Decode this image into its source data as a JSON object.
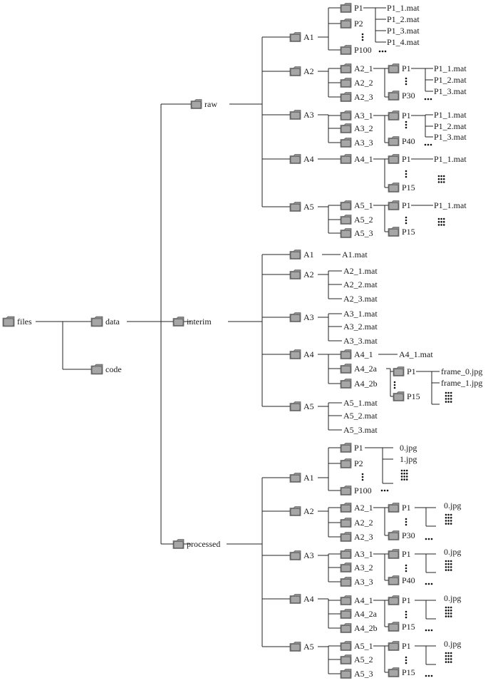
{
  "root": {
    "label": "files",
    "children": [
      {
        "label": "data",
        "children": [
          {
            "label": "raw",
            "children": [
              {
                "label": "A1",
                "children": [
                  {
                    "label": "P1",
                    "children": [
                      {
                        "label": "P1_1.mat",
                        "file": true
                      },
                      {
                        "label": "P1_2.mat",
                        "file": true
                      },
                      {
                        "label": "P1_3.mat",
                        "file": true
                      },
                      {
                        "label": "P1_4.mat",
                        "file": true
                      }
                    ]
                  },
                  {
                    "label": "P2"
                  },
                  {
                    "ellipsis": "vertical"
                  },
                  {
                    "label": "P100",
                    "trail": true
                  }
                ]
              },
              {
                "label": "A2",
                "children": [
                  {
                    "label": "A2_1",
                    "children": [
                      {
                        "label": "P1",
                        "children": [
                          {
                            "label": "P1_1.mat",
                            "file": true
                          },
                          {
                            "label": "P1_2.mat",
                            "file": true
                          },
                          {
                            "label": "P1_3.mat",
                            "file": true
                          }
                        ]
                      },
                      {
                        "ellipsis": "vertical"
                      },
                      {
                        "label": "P30",
                        "trail": true
                      }
                    ]
                  },
                  {
                    "label": "A2_2"
                  },
                  {
                    "label": "A2_3"
                  }
                ]
              },
              {
                "label": "A3",
                "children": [
                  {
                    "label": "A3_1",
                    "children": [
                      {
                        "label": "P1",
                        "children": [
                          {
                            "label": "P1_1.mat",
                            "file": true
                          },
                          {
                            "label": "P1_2.mat",
                            "file": true
                          },
                          {
                            "label": "P1_3.mat",
                            "file": true
                          }
                        ]
                      },
                      {
                        "ellipsis": "vertical"
                      },
                      {
                        "label": "P40",
                        "trail": true
                      }
                    ]
                  },
                  {
                    "label": "A3_2"
                  },
                  {
                    "label": "A3_3"
                  }
                ]
              },
              {
                "label": "A4",
                "children": [
                  {
                    "label": "A4_1",
                    "children": [
                      {
                        "label": "P1",
                        "children": [
                          {
                            "label": "P1_1.mat",
                            "file": true
                          }
                        ]
                      },
                      {
                        "ellipsis": "vertical"
                      },
                      {
                        "label": "P15"
                      }
                    ],
                    "extra": "grid-3x3"
                  }
                ]
              },
              {
                "label": "A5",
                "children": [
                  {
                    "label": "A5_1",
                    "children": [
                      {
                        "label": "P1",
                        "children": [
                          {
                            "label": "P1_1.mat",
                            "file": true
                          }
                        ]
                      },
                      {
                        "ellipsis": "vertical"
                      },
                      {
                        "label": "P15"
                      }
                    ],
                    "extra": "grid-3x3"
                  },
                  {
                    "label": "A5_2"
                  },
                  {
                    "label": "A5_3"
                  }
                ]
              }
            ]
          },
          {
            "label": "interim",
            "children": [
              {
                "label": "A1",
                "children": [
                  {
                    "label": "A1.mat",
                    "file": true
                  }
                ]
              },
              {
                "label": "A2",
                "children": [
                  {
                    "label": "A2_1.mat",
                    "file": true
                  },
                  {
                    "label": "A2_2.mat",
                    "file": true
                  },
                  {
                    "label": "A2_3.mat",
                    "file": true
                  }
                ]
              },
              {
                "label": "A3",
                "children": [
                  {
                    "label": "A3_1.mat",
                    "file": true
                  },
                  {
                    "label": "A3_2.mat",
                    "file": true
                  },
                  {
                    "label": "A3_3.mat",
                    "file": true
                  }
                ]
              },
              {
                "label": "A4",
                "children": [
                  {
                    "label": "A4_1",
                    "children": [
                      {
                        "label": "A4_1.mat",
                        "file": true
                      }
                    ]
                  },
                  {
                    "label": "A4_2a",
                    "children": [
                      {
                        "label": "P1",
                        "children": [
                          {
                            "label": "frame_0.jpg",
                            "file": true
                          },
                          {
                            "label": "frame_1.jpg",
                            "file": true
                          },
                          {
                            "ellipsis": "grid-4x3"
                          }
                        ]
                      },
                      {
                        "ellipsis": "vertical"
                      },
                      {
                        "label": "P15"
                      }
                    ]
                  },
                  {
                    "label": "A4_2b"
                  }
                ]
              },
              {
                "label": "A5",
                "children": [
                  {
                    "label": "A5_1.mat",
                    "file": true
                  },
                  {
                    "label": "A5_2.mat",
                    "file": true
                  },
                  {
                    "label": "A5_3.mat",
                    "file": true
                  }
                ]
              }
            ]
          },
          {
            "label": "processed",
            "children": [
              {
                "label": "A1",
                "children": [
                  {
                    "label": "P1",
                    "children": [
                      {
                        "label": "0.jpg",
                        "file": true
                      },
                      {
                        "label": "1.jpg",
                        "file": true
                      },
                      {
                        "ellipsis": "grid-4x3"
                      }
                    ]
                  },
                  {
                    "label": "P2"
                  },
                  {
                    "ellipsis": "vertical"
                  },
                  {
                    "label": "P100",
                    "trail": true
                  }
                ]
              },
              {
                "label": "A2",
                "children": [
                  {
                    "label": "A2_1",
                    "children": [
                      {
                        "label": "P1",
                        "children": [
                          {
                            "label": "0.jpg",
                            "file": true
                          },
                          {
                            "ellipsis": "grid-4x3"
                          }
                        ]
                      },
                      {
                        "ellipsis": "vertical"
                      },
                      {
                        "label": "P30",
                        "trail": true
                      }
                    ]
                  },
                  {
                    "label": "A2_2"
                  },
                  {
                    "label": "A2_3"
                  }
                ]
              },
              {
                "label": "A3",
                "children": [
                  {
                    "label": "A3_1",
                    "children": [
                      {
                        "label": "P1",
                        "children": [
                          {
                            "label": "0.jpg",
                            "file": true
                          },
                          {
                            "ellipsis": "grid-4x3"
                          }
                        ]
                      },
                      {
                        "ellipsis": "vertical"
                      },
                      {
                        "label": "P40",
                        "trail": true
                      }
                    ]
                  },
                  {
                    "label": "A3_2"
                  },
                  {
                    "label": "A3_3"
                  }
                ]
              },
              {
                "label": "A4",
                "children": [
                  {
                    "label": "A4_1",
                    "children": [
                      {
                        "label": "P1",
                        "children": [
                          {
                            "label": "0.jpg",
                            "file": true
                          },
                          {
                            "ellipsis": "grid-4x3"
                          }
                        ]
                      },
                      {
                        "ellipsis": "vertical"
                      },
                      {
                        "label": "P15",
                        "trail": true
                      }
                    ]
                  },
                  {
                    "label": "A4_2a"
                  },
                  {
                    "label": "A4_2b"
                  }
                ]
              },
              {
                "label": "A5",
                "children": [
                  {
                    "label": "A5_1",
                    "children": [
                      {
                        "label": "P1",
                        "children": [
                          {
                            "label": "0.jpg",
                            "file": true
                          },
                          {
                            "ellipsis": "grid-4x3"
                          }
                        ]
                      },
                      {
                        "ellipsis": "vertical"
                      },
                      {
                        "label": "P15",
                        "trail": true
                      }
                    ]
                  },
                  {
                    "label": "A5_2"
                  },
                  {
                    "label": "A5_3"
                  }
                ]
              }
            ]
          }
        ]
      },
      {
        "label": "code"
      }
    ]
  }
}
